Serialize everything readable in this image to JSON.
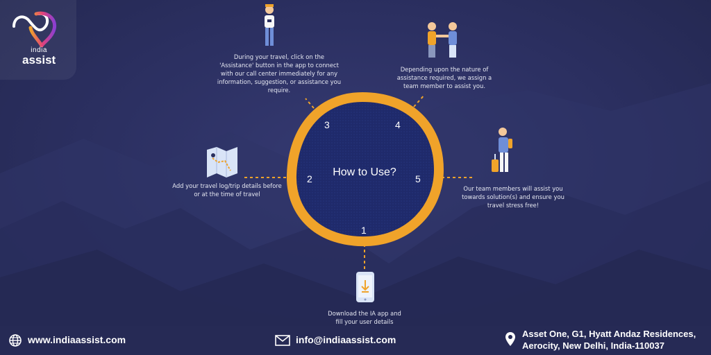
{
  "brand": {
    "line1": "india",
    "line2": "assist"
  },
  "center": {
    "title": "How to Use?",
    "numbers": [
      "1",
      "2",
      "3",
      "4",
      "5"
    ]
  },
  "steps": {
    "step1": {
      "text": "Download the IA app and fill your user details",
      "icon": "phone-download-icon"
    },
    "step2": {
      "text": "Add your travel log/trip details before or at the time of travel",
      "icon": "map-icon"
    },
    "step3": {
      "text": "During your travel, click on the 'Assistance' button in the app to connect with our call center immediately for any information, suggestion, or assistance you require.",
      "icon": "traveler-phone-icon"
    },
    "step4": {
      "text": "Depending upon the nature of assistance required, we assign a team member to assist you.",
      "icon": "handshake-icon"
    },
    "step5": {
      "text": "Our team members will assist you towards solution(s) and ensure you travel stress free!",
      "icon": "traveler-luggage-icon"
    }
  },
  "footer": {
    "website": "www.indiaassist.com",
    "email": "info@indiaassist.com",
    "address_line1": "Asset One, G1, Hyatt Andaz Residences,",
    "address_line2": "Aerocity, New Delhi, India-110037"
  },
  "colors": {
    "accent": "#f0a32a",
    "background": "#2a2f5e",
    "circle_fill": "#1f2a6b"
  }
}
